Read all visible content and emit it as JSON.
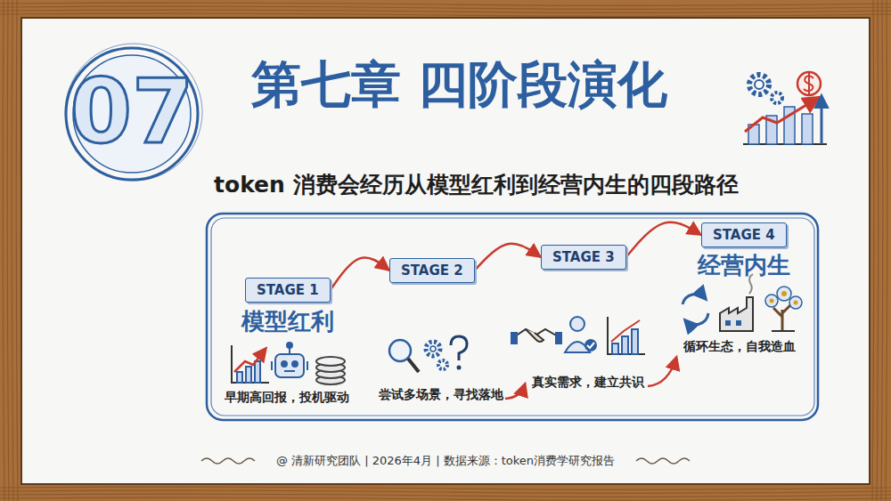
{
  "diagram": {
    "title": "第七章 四阶段演化",
    "caption": "@ 清新研究团队 | 2026年4月 | 数据来源：token消费学研究报告",
    "nodes": [
      {
        "text": [
          "STAGE 1",
          "模型红利",
          "早期高回报，投机驱动"
        ]
      },
      {
        "text": [
          "STAGE 2",
          "尝试多场景，寻找落地"
        ]
      },
      {
        "text": [
          "STAGE 3",
          "真实需求，建立共识"
        ]
      },
      {
        "text": [
          "STAGE 4",
          "经营内生",
          "循环生态，自我造血"
        ]
      }
    ],
    "edges": [
      {
        "from": 0,
        "to": 1,
        "arrow": "to"
      },
      {
        "from": 1,
        "to": 2,
        "arrow": "to"
      },
      {
        "from": 2,
        "to": 3,
        "arrow": "to"
      }
    ],
    "labels": [
      "07",
      "token 消费会经历从模型红利到经营内生的四段路径"
    ]
  }
}
